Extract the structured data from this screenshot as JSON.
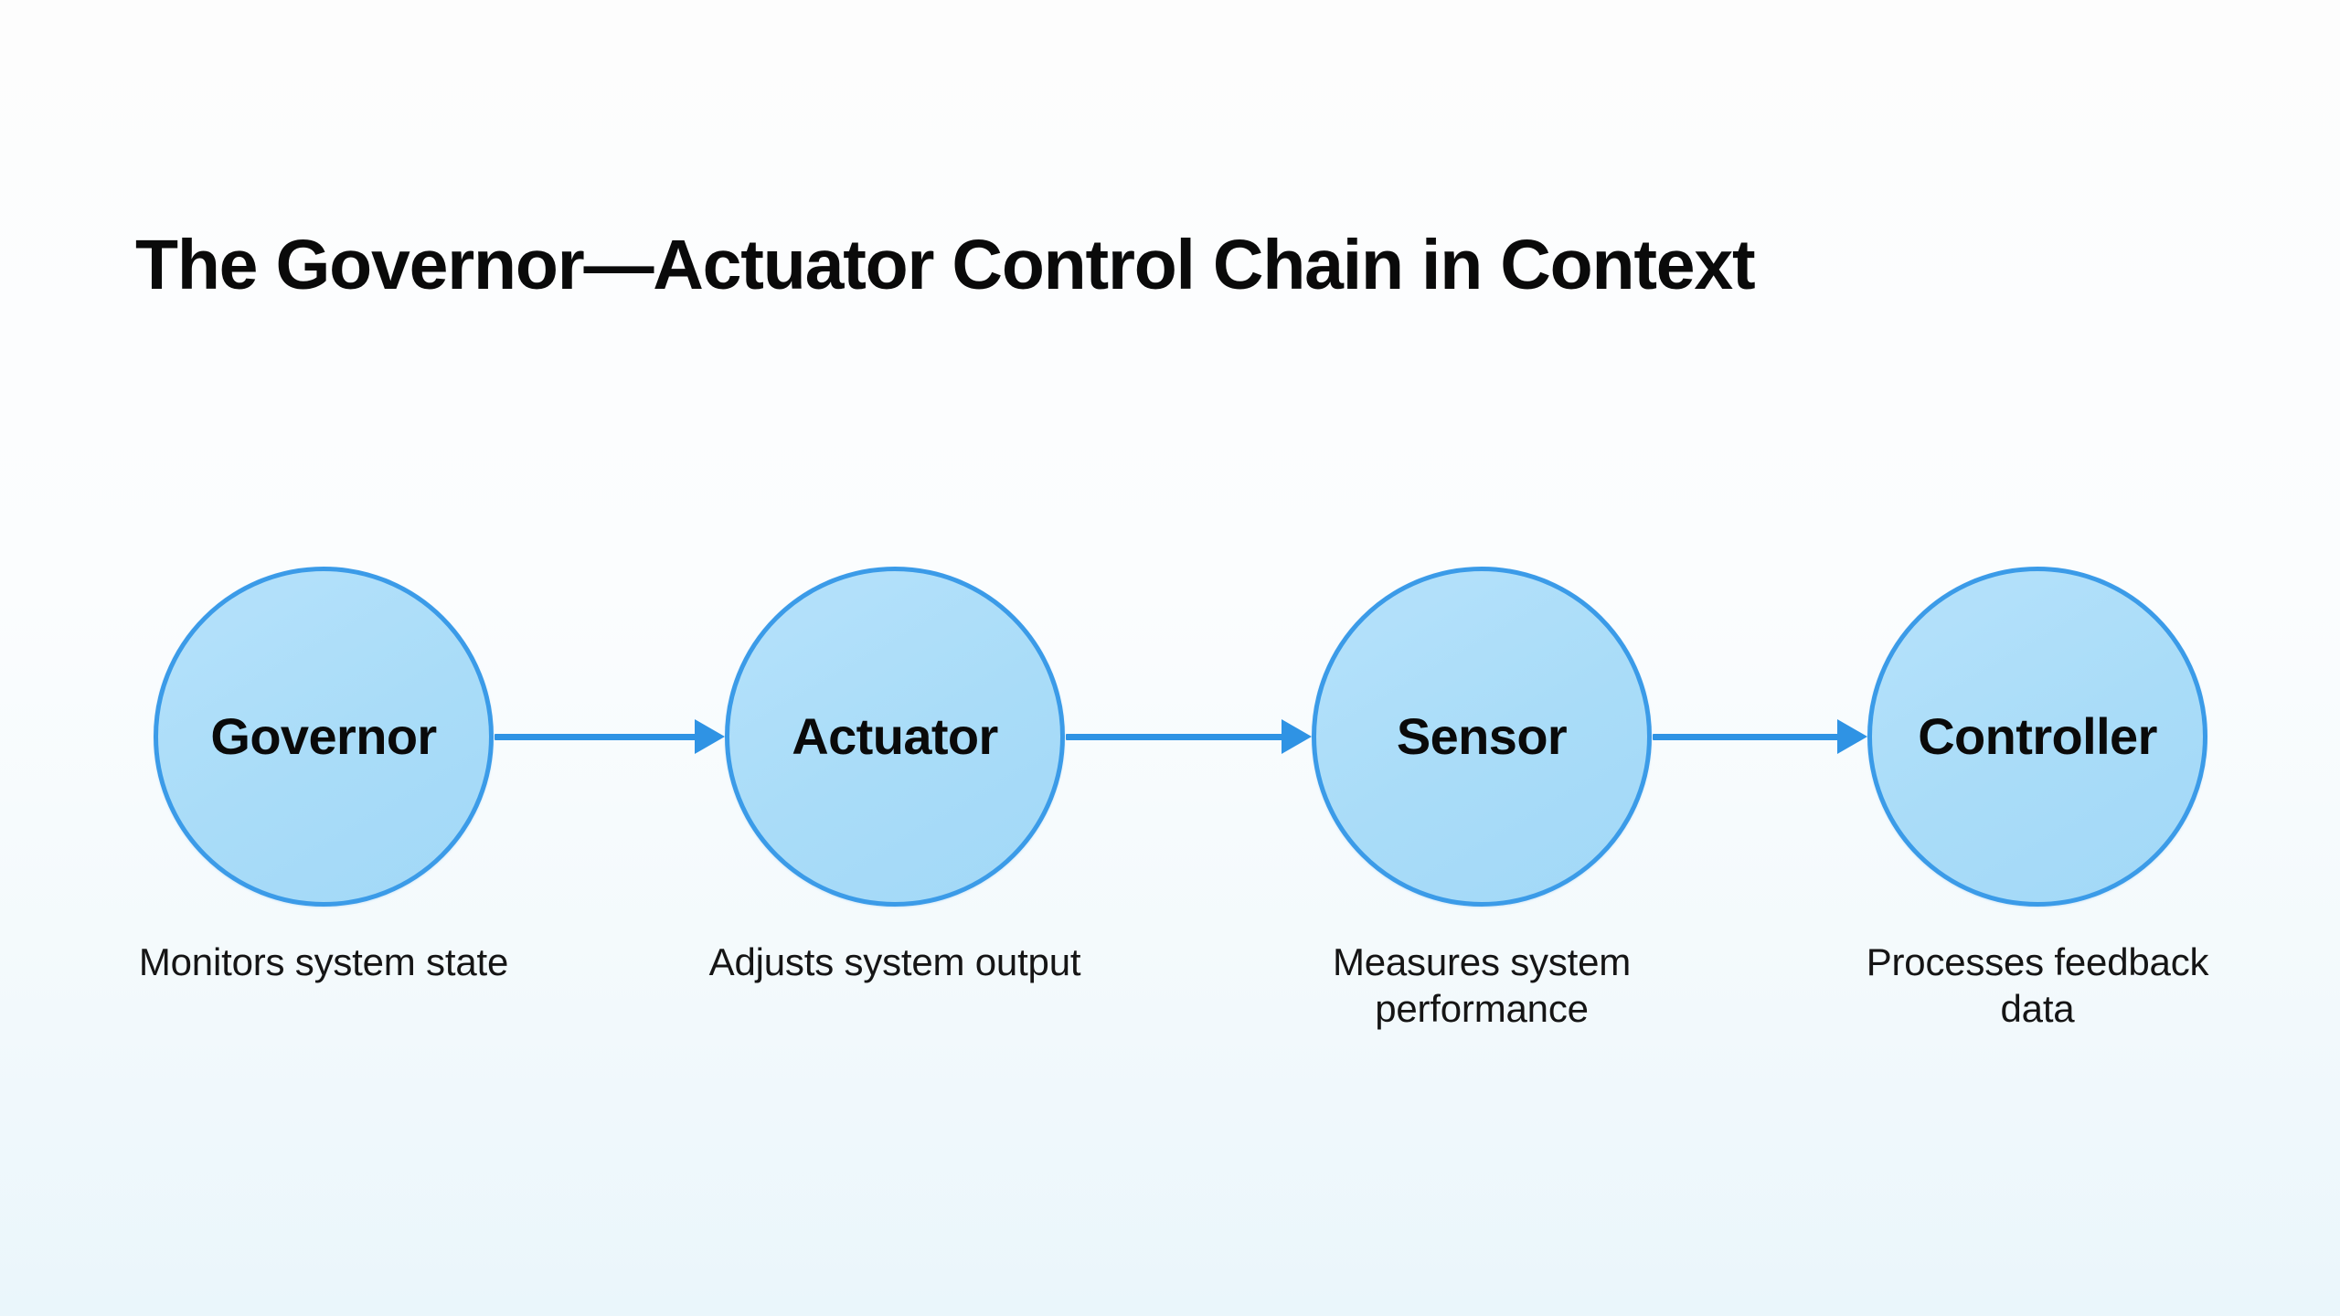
{
  "slide": {
    "title": "The Governor—Actuator Control Chain in Context",
    "background_top_color": "#fdfdfd",
    "background_bottom_color": "#eaf6fb"
  },
  "theme": {
    "node_fill": "#a9dcf8",
    "node_border": "#3b9be8",
    "arrow_color": "#2f93e4",
    "text_color": "#0a0a0a"
  },
  "diagram": {
    "type": "flow-chain",
    "direction": "left-to-right",
    "nodes": [
      {
        "label": "Governor",
        "caption": "Monitors system state"
      },
      {
        "label": "Actuator",
        "caption": "Adjusts system output"
      },
      {
        "label": "Sensor",
        "caption": "Measures system performance"
      },
      {
        "label": "Controller",
        "caption": "Processes feedback data"
      }
    ],
    "connectors": [
      {
        "from": "Governor",
        "to": "Actuator",
        "style": "arrow-right"
      },
      {
        "from": "Actuator",
        "to": "Sensor",
        "style": "arrow-right"
      },
      {
        "from": "Sensor",
        "to": "Controller",
        "style": "arrow-right"
      }
    ]
  }
}
